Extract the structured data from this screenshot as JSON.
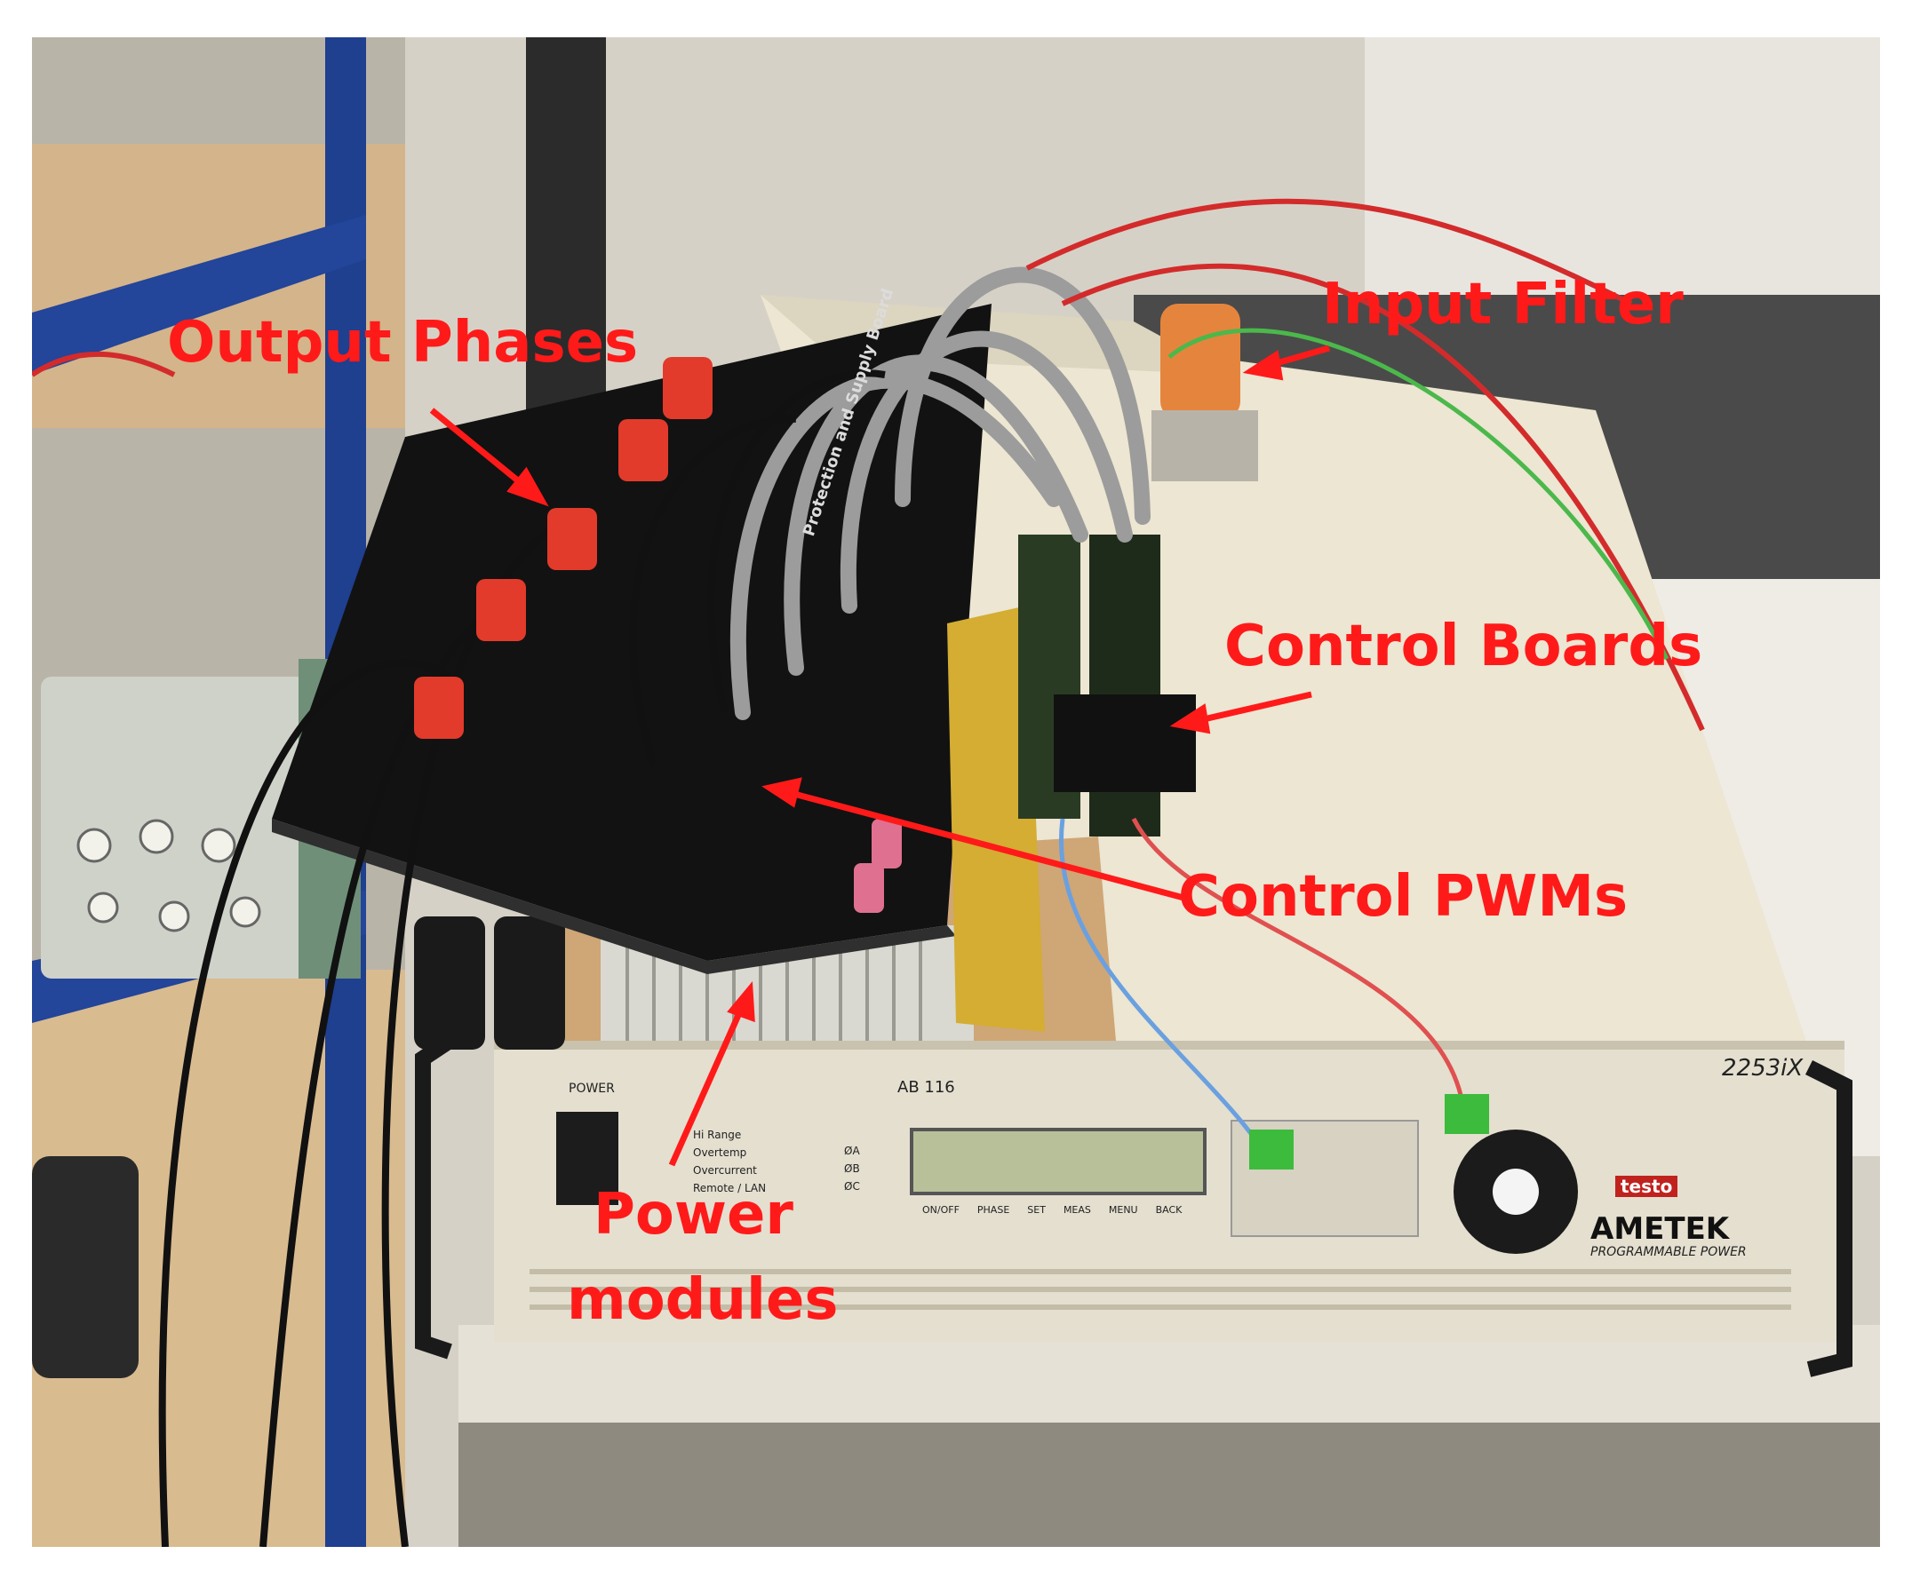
{
  "annotations": {
    "output_phases": "Output Phases",
    "input_filter": "Input Filter",
    "control_boards": "Control Boards",
    "control_pwms": "Control PWMs",
    "power_modules_line1": "Power",
    "power_modules_line2": "modules"
  },
  "device": {
    "model": "2253iX",
    "brand": "AMETEK",
    "brand_sub": "PROGRAMMABLE POWER",
    "power_label": "POWER",
    "asset_tag": "AB 116",
    "indicators": [
      "Hi Range",
      "Overtemp",
      "Overcurrent",
      "Remote / LAN"
    ],
    "phases": [
      "ØA",
      "ØB",
      "ØC"
    ],
    "buttons": [
      "ON/OFF",
      "PHASE",
      "SET",
      "MEAS",
      "MENU",
      "BACK"
    ],
    "sticker": "testo"
  },
  "board": {
    "title": "Protection and Supply Board"
  },
  "colors": {
    "annotation": "#ff1a1a",
    "background": "#ffffff",
    "unit_body": "#ece6d2",
    "pcb": "#121212",
    "table": "#d3b488"
  }
}
